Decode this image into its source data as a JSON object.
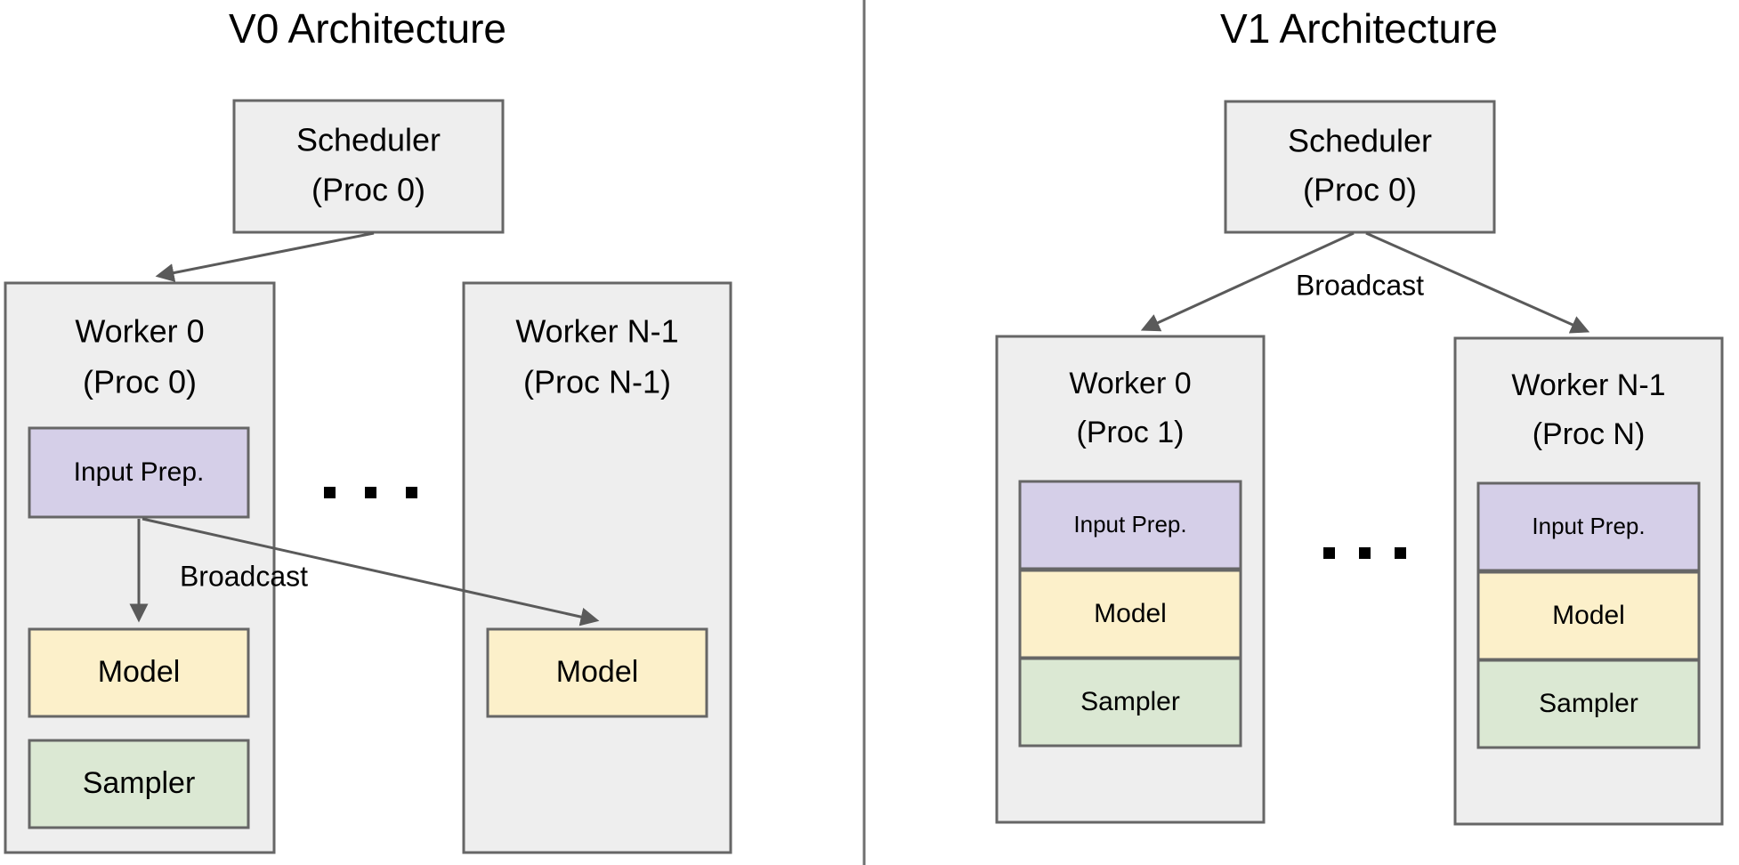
{
  "figure": {
    "kind": "architecture-comparison-diagram",
    "divider": {
      "orientation": "vertical",
      "color": "#707070"
    }
  },
  "colors": {
    "container_fill": "#eeeeee",
    "input_prep_fill": "#d5cfe8",
    "model_fill": "#fcf0ca",
    "sampler_fill": "#dbe8d3",
    "box_stroke": "#666666",
    "edge_stroke": "#5a5a5a",
    "text": "#000000",
    "background": "#ffffff"
  },
  "panels": [
    {
      "id": "v0",
      "title": "V0 Architecture",
      "scheduler": {
        "line1": "Scheduler",
        "line2": "(Proc 0)"
      },
      "workers": [
        {
          "id": "v0-worker-0",
          "line1": "Worker 0",
          "line2": "(Proc 0)",
          "components": [
            {
              "id": "input-prep",
              "label": "Input Prep."
            },
            {
              "id": "model",
              "label": "Model"
            },
            {
              "id": "sampler",
              "label": "Sampler"
            }
          ]
        },
        {
          "id": "v0-worker-n-1",
          "line1": "Worker N-1",
          "line2": "(Proc N-1)",
          "components": [
            {
              "id": "model",
              "label": "Model"
            }
          ]
        }
      ],
      "ellipsis": "...",
      "edges": [
        {
          "id": "scheduler-to-worker0",
          "label": ""
        },
        {
          "id": "inputprep-to-model-local",
          "label": "Broadcast"
        },
        {
          "id": "inputprep-to-model-remote",
          "label": ""
        }
      ],
      "edge_labels": [
        "Broadcast"
      ]
    },
    {
      "id": "v1",
      "title": "V1 Architecture",
      "scheduler": {
        "line1": "Scheduler",
        "line2": "(Proc 0)"
      },
      "workers": [
        {
          "id": "v1-worker-0",
          "line1": "Worker 0",
          "line2": "(Proc 1)",
          "components": [
            {
              "id": "input-prep",
              "label": "Input Prep."
            },
            {
              "id": "model",
              "label": "Model"
            },
            {
              "id": "sampler",
              "label": "Sampler"
            }
          ]
        },
        {
          "id": "v1-worker-n-1",
          "line1": "Worker N-1",
          "line2": "(Proc N)",
          "components": [
            {
              "id": "input-prep",
              "label": "Input Prep."
            },
            {
              "id": "model",
              "label": "Model"
            },
            {
              "id": "sampler",
              "label": "Sampler"
            }
          ]
        }
      ],
      "ellipsis": "...",
      "edges": [
        {
          "id": "scheduler-to-worker0",
          "label": "Broadcast"
        },
        {
          "id": "scheduler-to-workern",
          "label": ""
        }
      ],
      "edge_labels": [
        "Broadcast"
      ]
    }
  ]
}
